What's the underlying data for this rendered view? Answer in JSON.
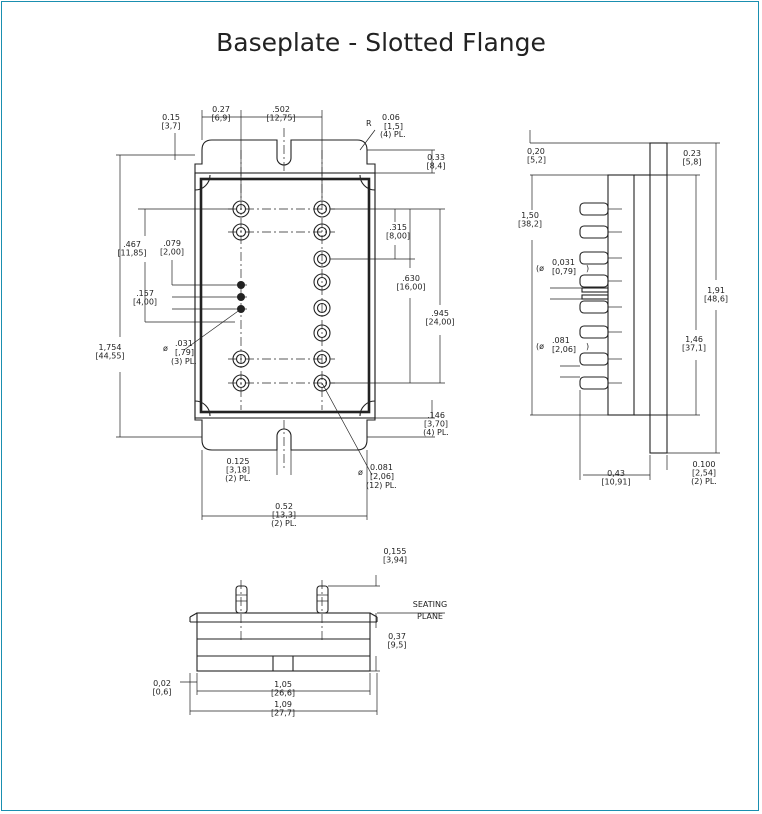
{
  "title": "Baseplate - Slotted Flange",
  "dimensions": [
    {
      "key": "d1",
      "lines": [
        "0.15",
        "[3,7]"
      ]
    },
    {
      "key": "d2",
      "lines": [
        "0.27",
        "[6,9]"
      ]
    },
    {
      "key": "d3",
      "lines": [
        ".502",
        "[12,75]"
      ]
    },
    {
      "key": "d4",
      "lines": [
        "R",
        "0.06",
        "[1,5]",
        "(4) PL."
      ]
    },
    {
      "key": "d5",
      "lines": [
        "0.33",
        "[8,4]"
      ]
    },
    {
      "key": "d6",
      "lines": [
        ".315",
        "[8,00]"
      ]
    },
    {
      "key": "d7",
      "lines": [
        ".467",
        "[11,85]"
      ]
    },
    {
      "key": "d8",
      "lines": [
        ".079",
        "[2,00]"
      ]
    },
    {
      "key": "d9",
      "lines": [
        ".630",
        "[16,00]"
      ]
    },
    {
      "key": "d10",
      "lines": [
        ".157",
        "[4,00]"
      ]
    },
    {
      "key": "d11",
      "lines": [
        ".945",
        "[24,00]"
      ]
    },
    {
      "key": "d12",
      "lines": [
        "1,754",
        "[44,55]"
      ]
    },
    {
      "key": "d13",
      "lines": [
        "ø",
        ".031",
        "[,79]",
        "(3) PL."
      ]
    },
    {
      "key": "d14",
      "lines": [
        ".146",
        "[3,70]",
        "(4) PL."
      ]
    },
    {
      "key": "d15",
      "lines": [
        "0.125",
        "[3,18]",
        "(2) PL."
      ]
    },
    {
      "key": "d16",
      "lines": [
        "ø",
        "0.081",
        "[2,06]",
        "(12) PL."
      ]
    },
    {
      "key": "d17",
      "lines": [
        "0.52",
        "[13,3]",
        "(2) PL."
      ]
    },
    {
      "key": "d18",
      "lines": [
        "0,20",
        "[5,2]"
      ]
    },
    {
      "key": "d19",
      "lines": [
        "0.23",
        "[5,8]"
      ]
    },
    {
      "key": "d20",
      "lines": [
        "1,50",
        "[38,2]"
      ]
    },
    {
      "key": "d21",
      "lines": [
        "(ø",
        "0,031",
        "[0,79]",
        ")"
      ]
    },
    {
      "key": "d22",
      "lines": [
        "1,91",
        "[48,6]"
      ]
    },
    {
      "key": "d23",
      "lines": [
        "(ø",
        ".081",
        "[2,06]",
        ")"
      ]
    },
    {
      "key": "d24",
      "lines": [
        "1,46",
        "[37,1]"
      ]
    },
    {
      "key": "d25",
      "lines": [
        "0,43",
        "[10,91]"
      ]
    },
    {
      "key": "d26",
      "lines": [
        "0.100",
        "[2,54]",
        "(2) PL."
      ]
    },
    {
      "key": "d27",
      "lines": [
        "0,155",
        "[3,94]"
      ]
    },
    {
      "key": "d28",
      "lines": [
        "SEATING",
        "PLANE"
      ]
    },
    {
      "key": "d29",
      "lines": [
        "0,37",
        "[9,5]"
      ]
    },
    {
      "key": "d30",
      "lines": [
        "0,02",
        "[0,6]"
      ]
    },
    {
      "key": "d31",
      "lines": [
        "1,05",
        "[26,6]"
      ]
    },
    {
      "key": "d32",
      "lines": [
        "1,09",
        "[27,7]"
      ]
    }
  ]
}
